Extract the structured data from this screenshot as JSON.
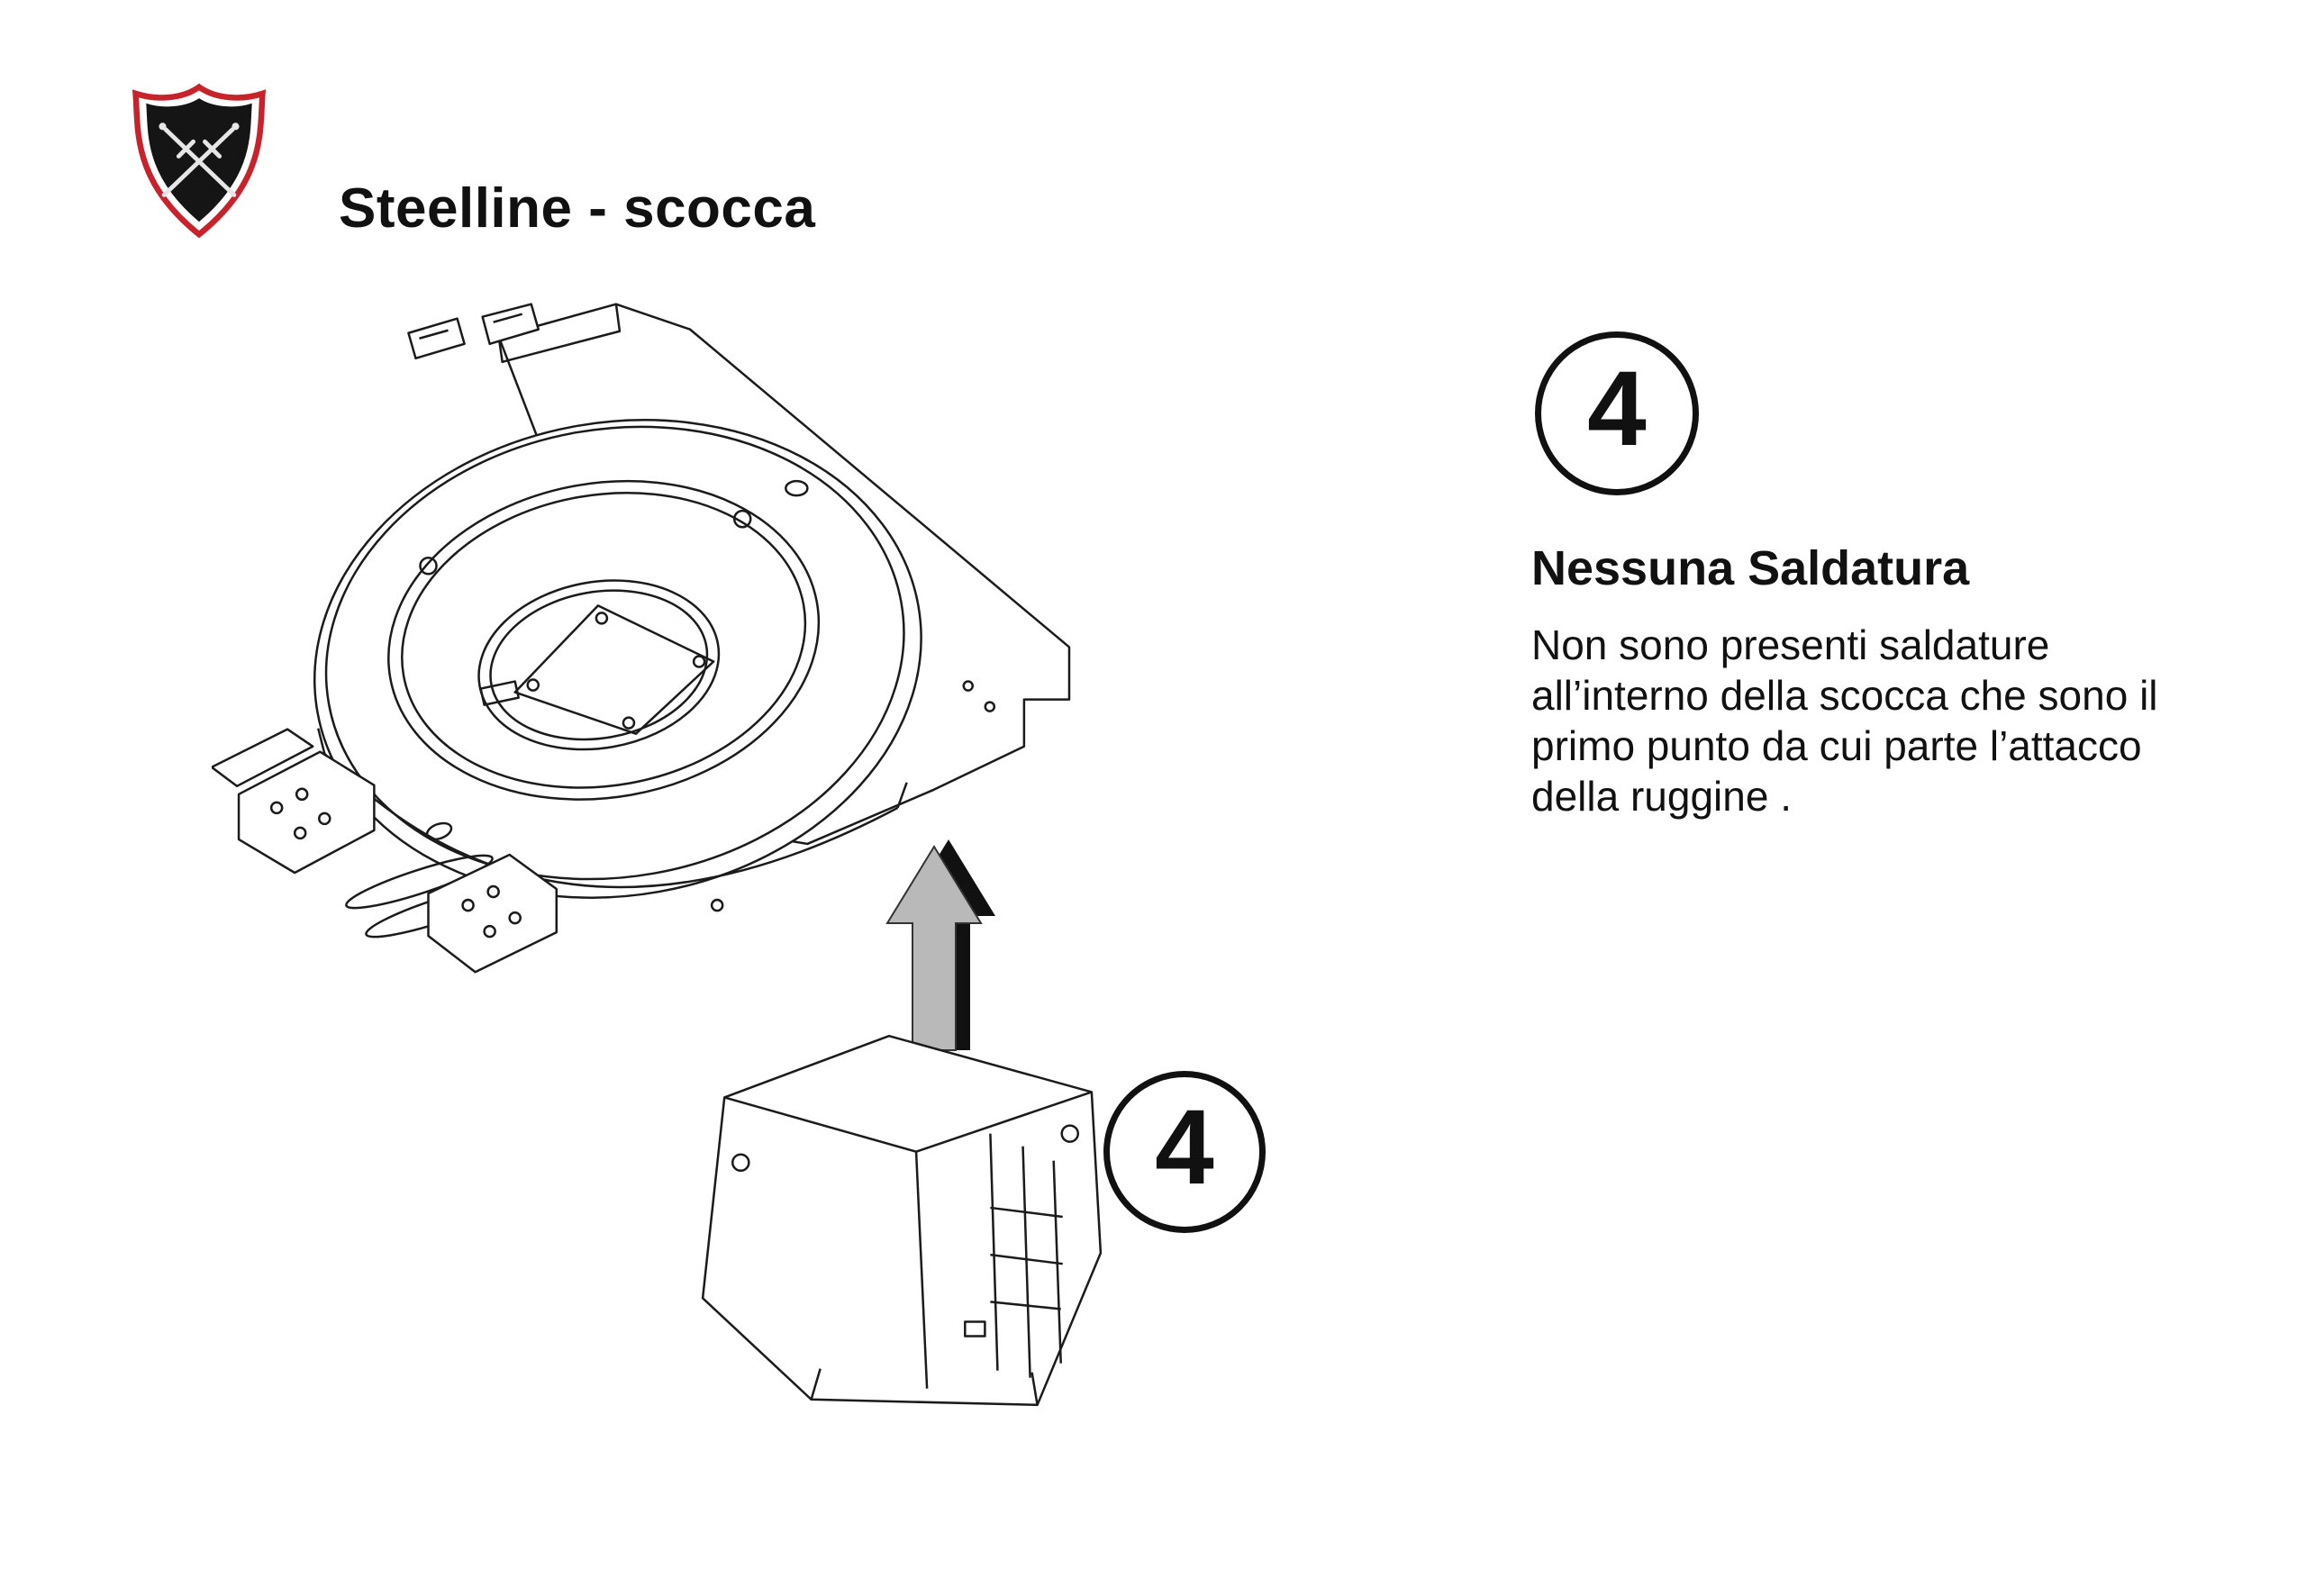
{
  "page": {
    "title": "Steelline - scocca"
  },
  "logo": {
    "icon": "crossed-swords-shield-icon"
  },
  "illustrations": {
    "deck": "mower-deck-line-drawing",
    "chute": "rear-housing-line-drawing",
    "arrow": "assembly-up-arrow"
  },
  "callout_part": {
    "number": "4"
  },
  "callout_right": {
    "number": "4",
    "heading": "Nessuna Saldatura",
    "body_lines": [
      "Non sono presenti saldature",
      "all’interno della scocca che sono il",
      "primo punto da cui parte l’attacco",
      "della ruggine ."
    ]
  },
  "colors": {
    "shield_red": "#c8222b",
    "ink_black": "#111111",
    "arrow_gray": "#b9b9b9",
    "background": "#ffffff"
  }
}
